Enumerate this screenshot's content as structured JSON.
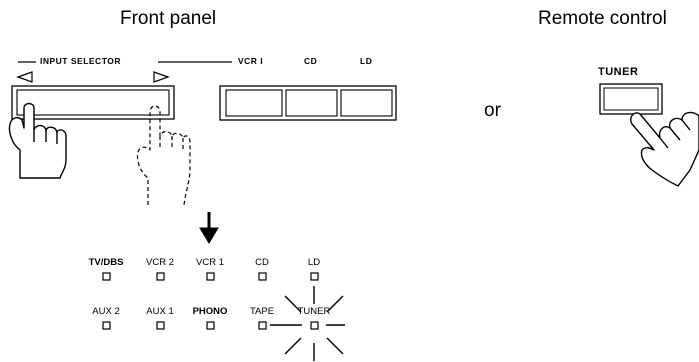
{
  "front_panel": {
    "title": "Front panel",
    "input_selector_label": "INPUT SELECTOR",
    "buttons": [
      "VCR I",
      "CD",
      "LD"
    ]
  },
  "connector_text": "or",
  "remote": {
    "title": "Remote control",
    "button_label": "TUNER"
  },
  "indicators": {
    "row1": [
      "TV/DBS",
      "VCR 2",
      "VCR 1",
      "CD",
      "LD"
    ],
    "row2": [
      "AUX 2",
      "AUX 1",
      "PHONO",
      "TAPE",
      "TUNER"
    ],
    "bold_labels": [
      "TV/DBS",
      "PHONO"
    ],
    "lit_indicator": "TUNER"
  }
}
